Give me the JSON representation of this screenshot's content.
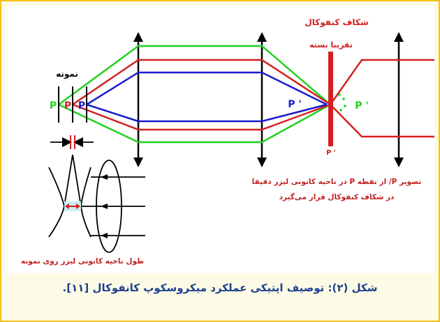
{
  "diagram": {
    "title_pinhole": "شکاف کنفوکال",
    "label_nearly_closed": "تقریبا بسته",
    "label_sample": "نمونه",
    "label_p_green": "P",
    "label_p_red": "P",
    "label_p_blue": "P",
    "label_p_prime_blue": "P '",
    "label_p_prime_green": "P '",
    "label_p_prime_red": "P '",
    "note_line1": "تصویر P/ از نقطه P در ناحیه کانونی لیزر دقیقا",
    "note_line2": "در شکاف کنفوکال قرار می‌گیرد",
    "label_focal_length": "طول ناحیه کانونی لیزر روی نمونه"
  },
  "caption": "شکل (۲): توصیف اپتیکی عملکرد میکروسکوپ کانفوکال [۱۱].",
  "colors": {
    "border": "#f2c21a",
    "background": "#fdfbe6",
    "green": "#1fd21f",
    "red": "#d42020",
    "blue": "#1a1ad0",
    "caption": "#1f3f8f"
  }
}
